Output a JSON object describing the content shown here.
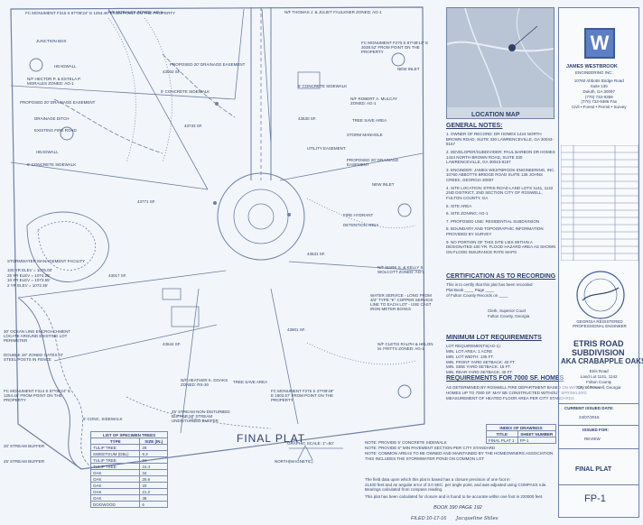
{
  "plan": {
    "title": "FINAL PLAT",
    "north": "NORTH(MAGNETIC)",
    "scale_label": "GRAPHIC SCALE: 1\"=50'",
    "labels": {
      "fc_monument_nw": "FC MONUMENT F315 S 87*08'24\" E 1254.46' FROM POINT ON THE PROPERTY",
      "junction_box": "JUNCTION BOX",
      "headwall_1": "HEADWALL",
      "owner_hector": "N/F HECTOR P. & ESTELA P. MORALES ZONED: AG-1",
      "proposed_drainage_1": "PROPOSED 20' DRAINAGE EASEMENT",
      "drainage_ditch": "DRAINAGE DITCH",
      "existing_fire_road": "EXISTING FIRE ROAD",
      "headwall_2": "HEADWALL",
      "concrete_sidewalk_1": "5' CONCRETE SIDEWALK",
      "stormwater_mgmt": "STORMWATER MANAGEMENT FACILITY",
      "storm_elevations": "100 YR ELEV = 1076.00'\n25 YR ELEV = 1074.25'\n10 YR ELEV = 1073.55'\n2 YR ELEV = 1072.35'",
      "ocean_line": "30' OCEAN LINE ENCROACHMENT LOCATE AROUND EXISTING LOT PERIMETER",
      "double_drive": "DOUBLE 18\" ZONED GATES AT STEEL POSTS IN FENCE",
      "fc_monument_sw": "FC MONUMENT F314 S 87*08'24\" E 1254.46' FROM POINT ON THE PROPERTY",
      "concrete_sidewalk_2": "5' CONC. SIDEWALK",
      "stream_buffer_1": "20' STREAM BUFFER",
      "stream_buffer_2": "25' STREAM BUFFER",
      "owner_morales_top": "N/F MORALES ZONED: AG-1",
      "owner_thomas": "N/F THOMAS J. & JULIET FAULKNER ZONED: AG-1",
      "drainage_top": "PROPOSED 20' DRAINAGE EASEMENT",
      "concrete_top": "5' CONCRETE SIDEWALK",
      "fc_monument_ne": "FC MONUMENT F270 S 87*48'13\" E 3038.52' FROM POINT ON THE PROPERTY",
      "new_inlet_1": "NEW INLET",
      "concrete_sidewalk_3": "5' CONCRETE SIDEWALK",
      "owner_robert": "N/F ROBERT A. MULCAY ZONED: AG-1",
      "tree_save_1": "TREE SAVE AREA",
      "storm_manhole": "STORM MANHOLE",
      "proposed_drainage_2": "PROPOSED 20' DRAINAGE EASEMENT",
      "new_inlet_2": "NEW INLET",
      "fire_hydrant": "FIRE HYDRANT",
      "detention_area": "DETENTION AREA",
      "owner_mark": "N/F MARK S. & KELLY S. WOLCOTT ZONED: AG-1",
      "water_service": "WATER SERVICE - LONG FROM 3/4\" TYPE \"K\" COPPER SERVICE LINE TO EACH LOT - USE CAST IRON METER BOXES",
      "owner_cletis": "N/F CLETIS RALPH & HELON M. FRITTS ZONED: AG-1",
      "owner_heather": "N/F HEATHER K. DOAKS ZONED: RS-30",
      "tree_save_2": "TREE SAVE AREA",
      "fc_monument_se": "FC MONUMENT F275 S 37*09'49\" E 1803.57' FROM POINT ON THE PROPERTY",
      "undisturbed_buffer": "25' STREAM NON-DISTURBED BUFFER 50' STREAM UNDISTURBED BUFFER",
      "utility_easement": "UTILITY EASEMENT",
      "area_43002": "43002 SF.",
      "area_43733": "43733 SF.",
      "area_43630": "43630 SF.",
      "area_43771": "43771 SF.",
      "area_43631": "43631 SF.",
      "area_43017": "43017 SF.",
      "area_43644": "43644 SF.",
      "area_43901": "43901 SF."
    },
    "notes": "NOTE: PROVIDE 5' CONCRETE SIDEWALK\nNOTE: PROVIDE 6\" MIN PAVEMENT SECTION PER CITY STANDARD\nNOTE: COMMON AREAS TO BE OWNED AND MAINTAINED BY THE HOMEOWNERS ASSOCIATION\nTHIS INCLUDES THE STORMWATER POND ON COMMON LOT"
  },
  "specimen_trees": {
    "title": "LIST OF SPECIMEN TREES",
    "headers": [
      "TYPE",
      "SIZE (IN.)"
    ],
    "rows": [
      [
        "TULIP TREE",
        "29"
      ],
      [
        "SWEETGUM (DBL)",
        "9.3"
      ],
      [
        "TULIP TREE",
        "34"
      ],
      [
        "TULIP TREE",
        "24.4"
      ],
      [
        "OAK",
        "34"
      ],
      [
        "OAK",
        "25.6"
      ],
      [
        "OAK",
        "20"
      ],
      [
        "OAK",
        "21.2"
      ],
      [
        "OAK",
        "38"
      ],
      [
        "DOGWOOD",
        "6"
      ]
    ]
  },
  "location_map": {
    "title": "LOCATION MAP"
  },
  "general_notes": {
    "title": "GENERAL NOTES:",
    "items": [
      "1. OWNER OF RECORD: DR HOMES 1424 NORTH BROWN ROAD, SUITE 330 LAWRENCEVILLE, GA 30043-8157",
      "2. DEVELOPER/SUBDIVIDER: PAUL BARBON DR HOMES 1424 NORTH BROWN ROAD, SUITE 330 LAWRENCEVILLE, GA 30043-8157",
      "3. ENGINEER: JAMES WESTBROOK ENGINEERING, INC. 10760 ABBOTTS BRIDGE ROAD SUITE 135 JOHNS CREEK, GEORGIA 30097",
      "4. SITE LOCATION: ETRIS ROAD LAND LOTS 1141, 1142 2ND DISTRICT, 2ND SECTION CITY OF ROSWELL, FULTON COUNTY, GA",
      "5. SITE AREA",
      "6. SITE ZONING: AG-1",
      "7. PROPOSED USE: RESIDENTIAL SUBDIVISION",
      "8. BOUNDARY AND TOPOGRAPHIC INFORMATION PROVIDED BY SURVEY",
      "9. NO PORTION OF THIS SITE LIES WITHIN A DESIGNATED 100 YR. FLOOD HAZARD AREA AS SHOWN ON FLOOD INSURANCE RATE MAPS"
    ]
  },
  "certification": {
    "title": "CERTIFICATION AS TO RECORDING",
    "text": "This is to certify that this plat has been recorded\nPlat Book ____ Page ____\nof Fulton County Records on ____",
    "clerk": "Clerk, Superior Court\nFulton County, Georgia"
  },
  "min_lot": {
    "title": "MINIMUM LOT REQUIREMENTS",
    "items": [
      "LOT REQUIREMENTS(AG-1):",
      "MIN. LOT AREA: 1 ACRE",
      "MIN. LOT WIDTH: 135 FT.",
      "MIN. FRONT YARD SETBACK: 40 FT.",
      "MIN. SIDE YARD SETBACK: 15 FT.",
      "MIN. REAR YARD SETBACK: 40 FT."
    ]
  },
  "requirements_7000": {
    "title": "REQUIREMENTS FOR 7000 SF. HOMES",
    "text": "AS DETERMINED BY ROSWELL FIRE DEPARTMENT BASED ON WATER SUPPLY\nHOMES UP TO 7000 SF. MAY BE CONSTRUCTED WITHOUT SPRINKLERS\nMEASUREMENT OF HEATED FLOOR AREA PER CITY STANDARDS"
  },
  "closure": {
    "text1": "The field data upon which this plat is based has a closure precision of one foot in",
    "text2": "21400 feet and an angular error of 3.0 SEC. per angle point, and was adjusted using COMPASS rule. Bearings calculated from compass reading.",
    "text3": "This plat has been calculated for closure and is found to be accurate within one foot in 220000 feet."
  },
  "index_drawings": {
    "title": "INDEX OF DRAWINGS",
    "headers": [
      "TITLE",
      "SHEET NUMBER"
    ],
    "rows": [
      [
        "FINAL PLAT 1",
        "FP-1"
      ]
    ]
  },
  "recording": {
    "book": "BOOK 390 PAGE 192",
    "filed": "FILED 10-17-16",
    "signature": "Jacqueline Stiles"
  },
  "title_block": {
    "company": "JAMES WESTBROOK",
    "company_sub": "ENGINEERING INC.",
    "address": "10760 Abbotts Bridge Road\nSuite 135\nDuluth, GA 30097\n(770) 733-9359\n(770) 733-9386 Fax\nCivil • Forest • Permit • Survey",
    "project_1": "ETRIS ROAD",
    "project_2": "SUBDIVISION",
    "project_3": "AKA CRABAPPLE OAKS",
    "project_info": "Etris Road\nLand Lot 1141, 1142\nFulton County\nCity of Roswell, Georgia",
    "seal_text": "GEORGIA REGISTERED PROFESSIONAL ENGINEER",
    "current_issued_label": "CURRENT ISSUED DATE:",
    "current_issued_date": "24/07/2016",
    "issued_for_label": "ISSUED FOR:",
    "issued_for": "REVIEW",
    "sheet_title": "FINAL PLAT",
    "sheet_number": "FP-1",
    "logo_letter": "W"
  },
  "colors": {
    "ink": "#2d3f6b",
    "line": "#6f7fa6",
    "paper": "#f2f6fa"
  }
}
